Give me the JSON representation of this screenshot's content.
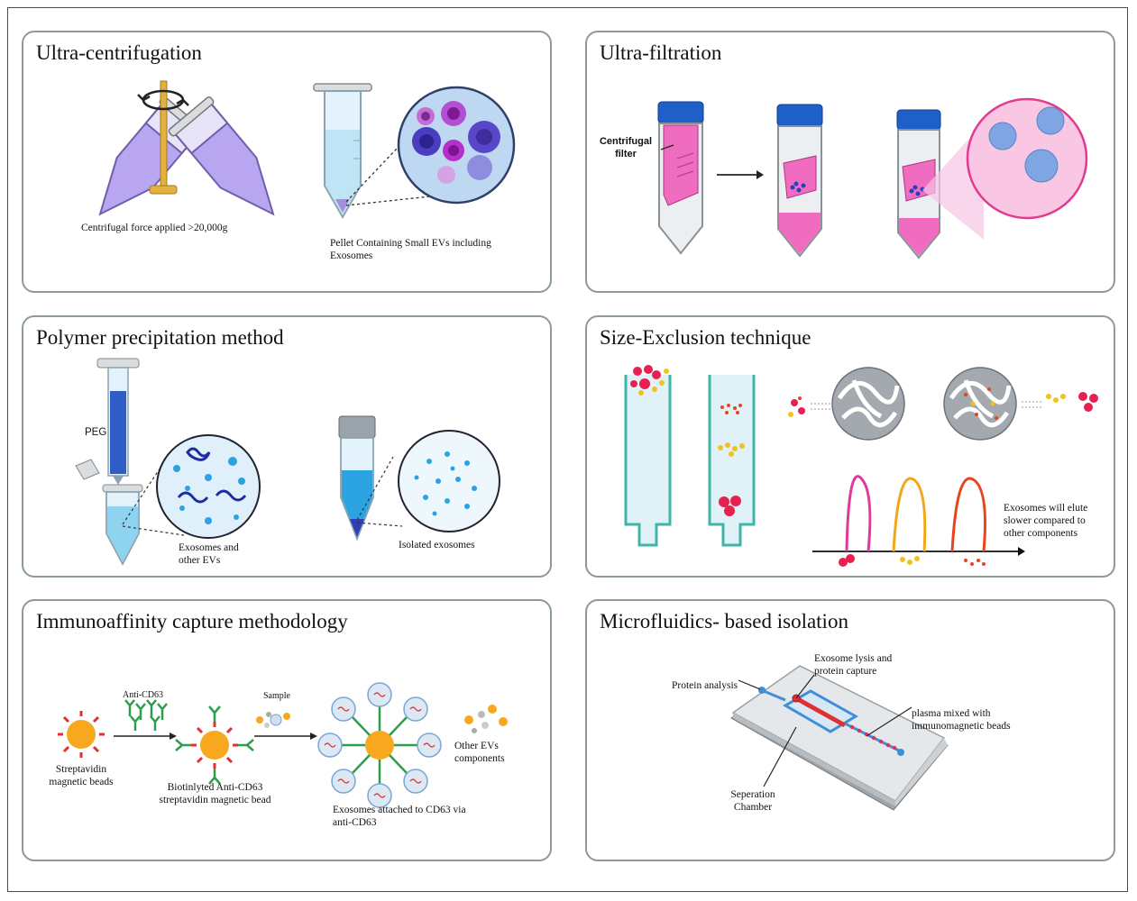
{
  "panels": {
    "ultracentrifugation": {
      "title": "Ultra-centrifugation",
      "force_label": "Centrifugal force applied >20,000g",
      "pellet_label": "Pellet Containing Small EVs including Exosomes"
    },
    "ultrafiltration": {
      "title": "Ultra-filtration",
      "filter_label": "Centrifugal filter"
    },
    "polymer": {
      "title": "Polymer precipitation method",
      "peg_label": "PEG",
      "exosomes_other_label": "Exosomes and other EVs",
      "isolated_label": "Isolated exosomes"
    },
    "size_exclusion": {
      "title": "Size-Exclusion technique",
      "elute_label": "Exosomes will elute slower compared to other components"
    },
    "immunoaffinity": {
      "title": "Immunoaffinity capture methodology",
      "anti_cd63_label": "Anti-CD63",
      "sample_label": "Sample",
      "streptavidin_label": "Streptavidin magnetic beads",
      "biotinylated_label": "Biotinlyted Anti-CD63 streptavidin magnetic bead",
      "attached_label": "Exosomes attached to CD63 via anti-CD63",
      "other_evs_label": "Other EVs components"
    },
    "microfluidics": {
      "title": "Microfluidics- based isolation",
      "protein_analysis_label": "Protein analysis",
      "lysis_label": "Exosome lysis and protein capture",
      "plasma_label": "plasma mixed with immunomagnetic beads",
      "separation_label": "Seperation Chamber"
    }
  },
  "colors": {
    "panel_border": "#8c9a9d",
    "lavender": "#b9a6f0",
    "light_blue": "#bfe4f5",
    "magenta": "#ef4fb0",
    "cap_blue": "#1f5fc9",
    "bead_orange": "#f7a81e",
    "antibody_green": "#2e9e4a",
    "elution_pink": "#e0389b",
    "elution_yellow": "#f0a819",
    "elution_red": "#e8441e"
  }
}
